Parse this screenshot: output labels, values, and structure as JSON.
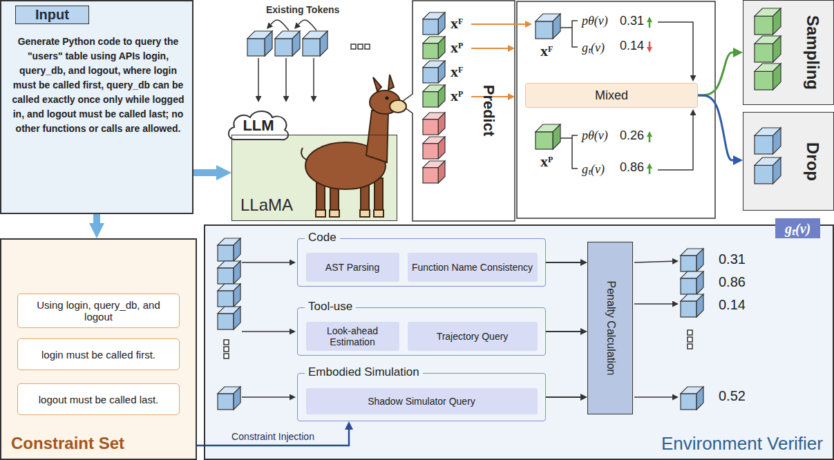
{
  "diagram": {
    "nodes": [
      {
        "text": [
          "Input",
          "Generate Python code to query the \"users\" table using APIs login, query_db, and logout, where login must be called first, query_db can be called exactly once only while logged in, and logout must be called last; no other functions or calls are allowed."
        ]
      },
      {
        "text": [
          "Constraint Set"
        ]
      },
      {
        "text": [
          "Using login, query_db, and logout"
        ],
        "in": 1
      },
      {
        "text": [
          "login must be called first."
        ],
        "in": 1
      },
      {
        "text": [
          "logout must be called last."
        ],
        "in": 1
      },
      {
        "text": [
          "LLM"
        ]
      },
      {
        "text": [
          "LLaMA"
        ]
      },
      {
        "text": [
          "Predict"
        ]
      },
      {
        "text": [
          "Mixed"
        ]
      },
      {
        "text": [
          "Sampling"
        ]
      },
      {
        "text": [
          "Drop"
        ]
      },
      {
        "text": [
          "gₜ(v)",
          "Environment Verifier"
        ]
      },
      {
        "text": [
          "Code"
        ],
        "in": 11
      },
      {
        "text": [
          "AST Parsing"
        ],
        "in": 12
      },
      {
        "text": [
          "Function Name Consistency"
        ],
        "in": 12
      },
      {
        "text": [
          "Tool-use"
        ],
        "in": 11
      },
      {
        "text": [
          "Look-ahead Estimation"
        ],
        "in": 15
      },
      {
        "text": [
          "Trajectory Query"
        ],
        "in": 15
      },
      {
        "text": [
          "Embodied Simulation"
        ],
        "in": 11
      },
      {
        "text": [
          "Shadow Simulator Query"
        ],
        "in": 18
      },
      {
        "text": [
          "Penalty Calculation"
        ],
        "in": 11
      }
    ],
    "edges": [
      {
        "from": 0,
        "to": 6,
        "arrow": "to"
      },
      {
        "from": 0,
        "to": 1,
        "arrow": "to"
      },
      {
        "from": 1,
        "to": 18,
        "label": "Constraint Injection",
        "arrow": "to"
      },
      {
        "from": 12,
        "to": 20,
        "arrow": "to"
      },
      {
        "from": 15,
        "to": 20,
        "arrow": "to"
      },
      {
        "from": 18,
        "to": 20,
        "arrow": "to"
      },
      {
        "from": 8,
        "to": 9,
        "arrow": "to"
      },
      {
        "from": 8,
        "to": 10,
        "arrow": "to"
      }
    ],
    "labels": [
      "Existing Tokens",
      "xF",
      "xP",
      "xF",
      "xP",
      "xF",
      "pθ(v)",
      "0.31",
      "gₜ(v)",
      "0.14",
      "xP",
      "pθ(v)",
      "0.26",
      "gₜ(v)",
      "0.86",
      "0.31",
      "0.86",
      "0.14",
      "0.52"
    ]
  }
}
